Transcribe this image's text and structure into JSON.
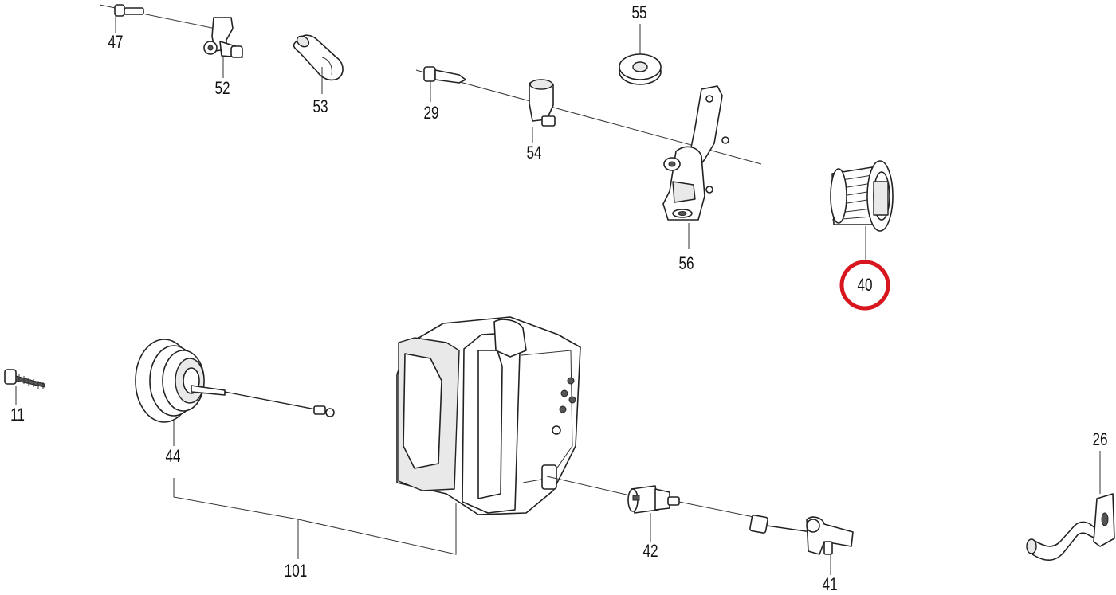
{
  "accent_color": "#d7161e",
  "callouts": [
    {
      "id": "47",
      "text": "47"
    },
    {
      "id": "52",
      "text": "52"
    },
    {
      "id": "53",
      "text": "53"
    },
    {
      "id": "55",
      "text": "55"
    },
    {
      "id": "29",
      "text": "29"
    },
    {
      "id": "54",
      "text": "54"
    },
    {
      "id": "56",
      "text": "56"
    },
    {
      "id": "40",
      "text": "40",
      "highlighted": true
    },
    {
      "id": "11",
      "text": "11"
    },
    {
      "id": "44",
      "text": "44"
    },
    {
      "id": "101",
      "text": "101"
    },
    {
      "id": "42",
      "text": "42"
    },
    {
      "id": "41",
      "text": "41"
    },
    {
      "id": "26",
      "text": "26"
    }
  ]
}
